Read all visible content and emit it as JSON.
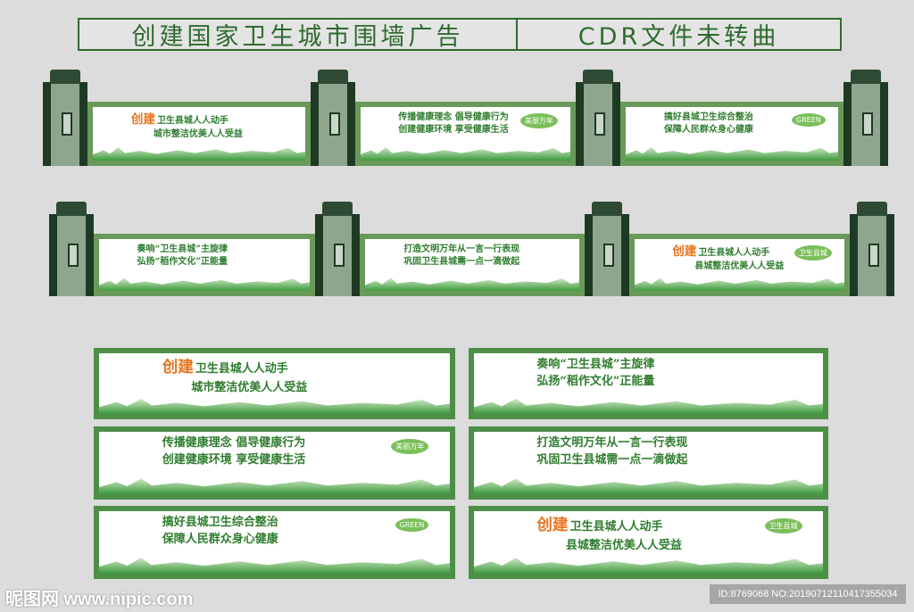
{
  "header": {
    "title": "创建国家卫生城市围墙广告",
    "note": "CDR文件未转曲"
  },
  "slogans": [
    {
      "big": "创建",
      "line1": "卫生县城人人动手",
      "line2": "城市整洁优美人人受益"
    },
    {
      "line1": "传播健康理念  倡导健康行为",
      "line2": "创建健康环境  享受健康生活",
      "badge": "美丽万年"
    },
    {
      "line1": "搞好县城卫生综合整治",
      "line2": "保障人民群众身心健康",
      "badge": "GREEN"
    },
    {
      "line1": "奏响“卫生县城”主旋律",
      "line2": "弘扬“稻作文化”正能量"
    },
    {
      "line1": "打造文明万年从一言一行表现",
      "line2": "巩固卫生县城需一点一滴做起"
    },
    {
      "big": "创建",
      "line1": "卫生县城人人动手",
      "line2": "县城整洁优美人人受益",
      "badge": "卫生县城"
    }
  ],
  "watermark": {
    "site": "昵图网 www.nipic.com",
    "id": "ID:8769068 NO:20190712110417355034"
  }
}
